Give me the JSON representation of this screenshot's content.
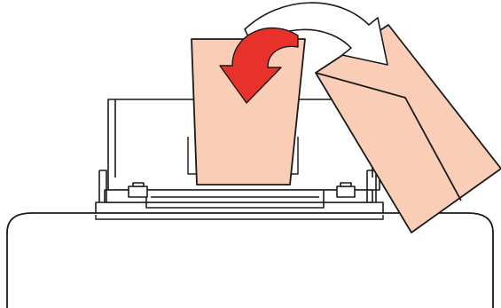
{
  "figure": {
    "subject": "printer-rear-paper-feed",
    "colors": {
      "outline": "#1a1a1a",
      "paper_fill": "#f9cdb6",
      "envelope_fill": "#f9cdb6",
      "arrow_red": "#e8312b",
      "arrow_outline_fill": "#ffffff",
      "background": "#ffffff"
    },
    "icons": [
      "flip-arrow-red",
      "flip-arrow-outline"
    ]
  }
}
